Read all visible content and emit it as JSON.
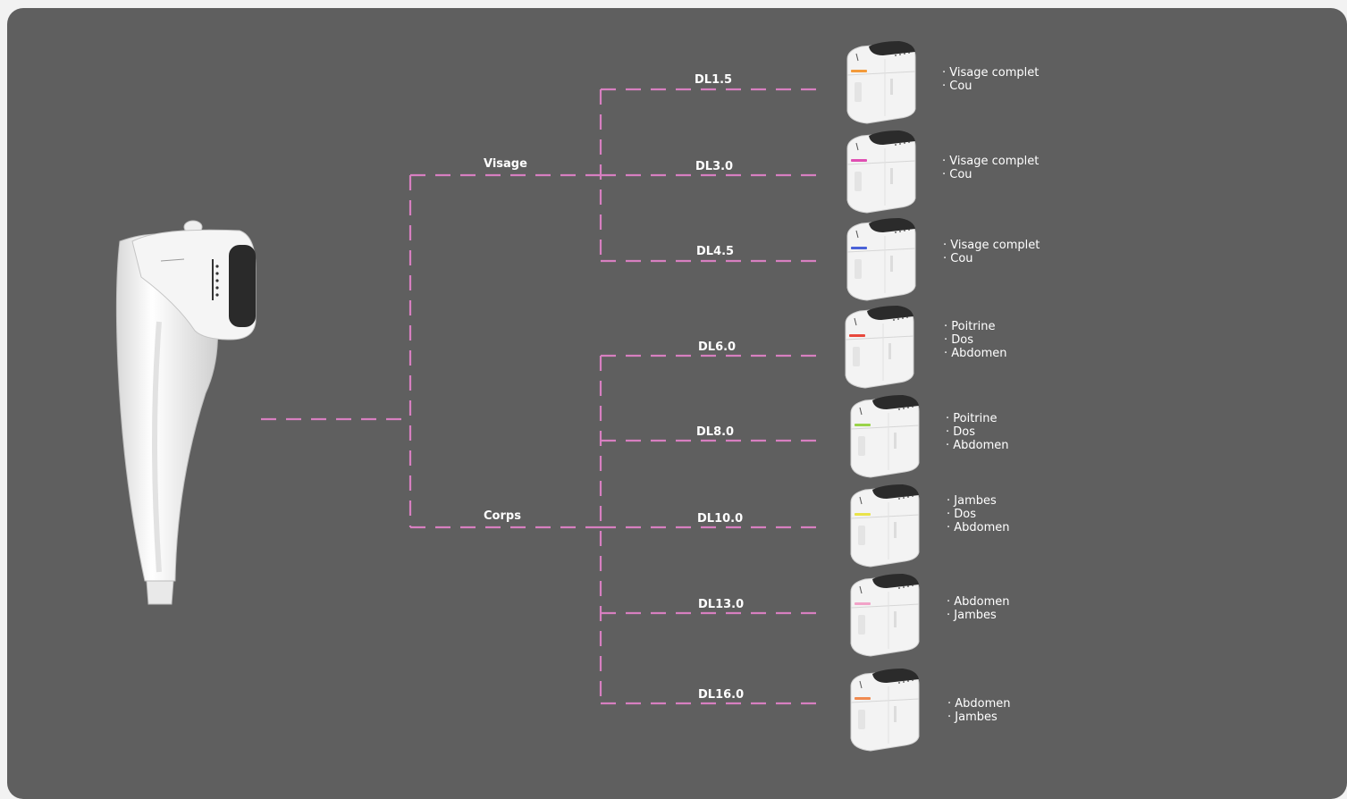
{
  "diagram": {
    "branches": [
      {
        "label": "Visage"
      },
      {
        "label": "Corps"
      }
    ],
    "cartridges": [
      {
        "label": "DL1.5",
        "color": "#f39a3a",
        "zones": [
          "· Visage complet",
          "· Cou"
        ]
      },
      {
        "label": "DL3.0",
        "color": "#e04fb2",
        "zones": [
          "· Visage complet",
          "· Cou"
        ]
      },
      {
        "label": "DL4.5",
        "color": "#4a62d8",
        "zones": [
          "· Visage complet",
          "· Cou"
        ]
      },
      {
        "label": "DL6.0",
        "color": "#e8483c",
        "zones": [
          "· Poitrine",
          "· Dos",
          "· Abdomen"
        ]
      },
      {
        "label": "DL8.0",
        "color": "#9ad34a",
        "zones": [
          "· Poitrine",
          "· Dos",
          "· Abdomen"
        ]
      },
      {
        "label": "DL10.0",
        "color": "#e9e34a",
        "zones": [
          "· Jambes",
          "· Dos",
          "· Abdomen"
        ]
      },
      {
        "label": "DL13.0",
        "color": "#f2a3c8",
        "zones": [
          "· Abdomen",
          "· Jambes"
        ]
      },
      {
        "label": "DL16.0",
        "color": "#f08a50",
        "zones": [
          "· Abdomen",
          "· Jambes"
        ]
      }
    ],
    "colors": {
      "background": "#5f5f5f",
      "connector": "#d77fc0",
      "text": "#ffffff"
    }
  }
}
